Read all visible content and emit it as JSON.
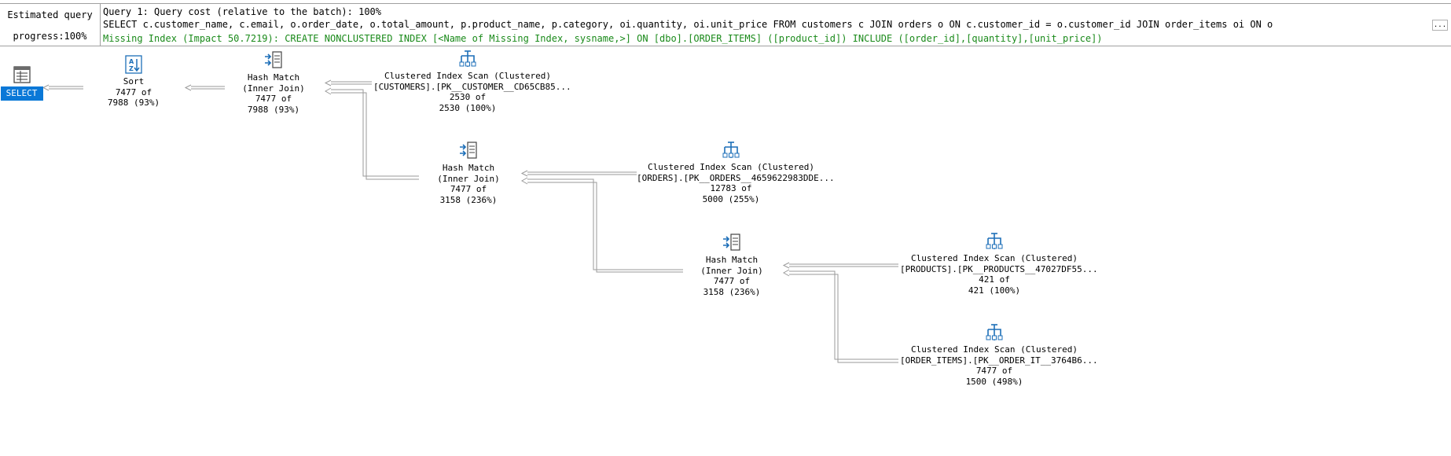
{
  "header": {
    "progress_line1": "Estimated query",
    "progress_line2": "progress:100%",
    "query_title": "Query 1: Query cost (relative to the batch): 100%",
    "query_sql": "SELECT c.customer_name, c.email, o.order_date, o.total_amount, p.product_name, p.category, oi.quantity, oi.unit_price FROM customers c JOIN orders o ON c.customer_id = o.customer_id JOIN order_items oi ON o",
    "missing_index": "Missing Index (Impact 50.7219): CREATE NONCLUSTERED INDEX [<Name of Missing Index, sysname,>] ON [dbo].[ORDER_ITEMS] ([product_id]) INCLUDE ([order_id],[quantity],[unit_price])",
    "more_button": "..."
  },
  "nodes": {
    "select": {
      "label": "SELECT",
      "icon": "select-icon"
    },
    "sort": {
      "op": "Sort",
      "rows": "7477 of",
      "est": "7988 (93%)",
      "icon": "sort-icon"
    },
    "hash1": {
      "op": "Hash Match",
      "sub": "(Inner Join)",
      "rows": "7477 of",
      "est": "7988 (93%)",
      "icon": "hash-match-icon"
    },
    "cust": {
      "op": "Clustered Index Scan (Clustered)",
      "obj": "[CUSTOMERS].[PK__CUSTOMER__CD65CB85...",
      "rows": "2530 of",
      "est": "2530 (100%)",
      "icon": "clustered-index-scan-icon"
    },
    "hash2": {
      "op": "Hash Match",
      "sub": "(Inner Join)",
      "rows": "7477 of",
      "est": "3158 (236%)",
      "icon": "hash-match-icon"
    },
    "orders": {
      "op": "Clustered Index Scan (Clustered)",
      "obj": "[ORDERS].[PK__ORDERS__4659622983DDE...",
      "rows": "12783 of",
      "est": "5000 (255%)",
      "icon": "clustered-index-scan-icon"
    },
    "hash3": {
      "op": "Hash Match",
      "sub": "(Inner Join)",
      "rows": "7477 of",
      "est": "3158 (236%)",
      "icon": "hash-match-icon"
    },
    "products": {
      "op": "Clustered Index Scan (Clustered)",
      "obj": "[PRODUCTS].[PK__PRODUCTS__47027DF55...",
      "rows": "421 of",
      "est": "421 (100%)",
      "icon": "clustered-index-scan-icon"
    },
    "items": {
      "op": "Clustered Index Scan (Clustered)",
      "obj": "[ORDER_ITEMS].[PK__ORDER_IT__3764B6...",
      "rows": "7477 of",
      "est": "1500 (498%)",
      "icon": "clustered-index-scan-icon"
    }
  }
}
